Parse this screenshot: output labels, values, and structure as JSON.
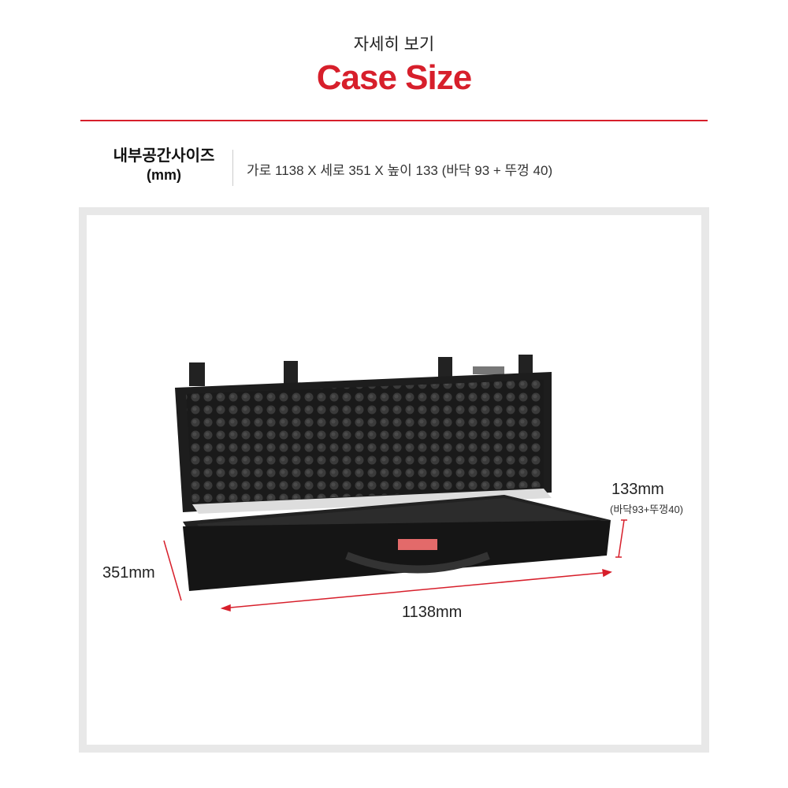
{
  "header": {
    "subtitle": "자세히 보기",
    "title": "Case Size"
  },
  "spec": {
    "label": "내부공간사이즈",
    "unit": "(mm)",
    "value": "가로 1138  X  세로 351  X  높이 133 (바닥 93 + 뚜껑 40)"
  },
  "dimensions": {
    "height": "133mm",
    "height_detail": "(바닥93+뚜껑40)",
    "depth": "351mm",
    "width": "1138mm"
  },
  "colors": {
    "accent": "#d71f2b",
    "frame": "#e8e8e8"
  }
}
